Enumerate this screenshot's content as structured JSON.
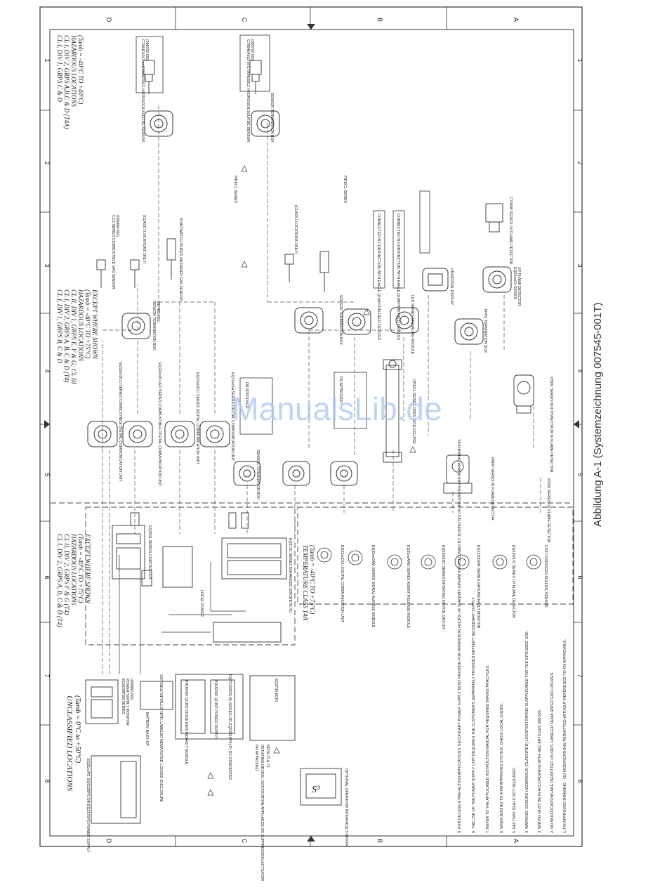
{
  "caption": "Abbildung A-1 (Systemzeichnung 007545-001T)",
  "watermark": "ManualsLib.de",
  "border": {
    "zone_letters": [
      "D",
      "C",
      "B",
      "A"
    ],
    "zone_numbers": [
      "1",
      "2",
      "3",
      "4",
      "5",
      "6",
      "7",
      "8"
    ]
  },
  "areas": {
    "unclassified_title": "UNCLASSIFIED LOCATIONS",
    "unclassified_temp": "(Tamb = 0°C to +50°C)",
    "hazard_top_1": "CL I, DIV 1, GRPS C & D",
    "hazard_top_2": "CL I, DIV 2, GRPS A,B,C & D (T4A)",
    "hazard_top_3": "HAZARDOUS LOCATIONS",
    "hazard_top_4": "(Tamb = -40°C TO +40°C)",
    "hazard_mid_1": "CL I, DIV 1, GRPS B, C & D",
    "hazard_mid_2": "CL I, DIV 2, GRPS A, B, C & D (T4)",
    "hazard_mid_3": "CL II, DIV 1, GRPS E, F & G; CL III",
    "hazard_mid_4": "HAZARDOUS LOCATIONS",
    "hazard_mid_5": "(Tamb = -40°C TO +75°C)",
    "hazard_mid_6": "EXCEPT WHERE SHOWN",
    "hazard_ctrl_1": "CL I, DIV 2, GRPS A, B, C & D (T4)",
    "hazard_ctrl_2": "CL II, DIV 2, GRPS F & G (T4)",
    "hazard_ctrl_3": "HAZARDOUS LOCATIONS",
    "hazard_ctrl_4": "(Tamb = -40°C TO +75°C)",
    "hazard_ctrl_5": "EXCEPT WHERE SHOWN",
    "temp_class_1": "TEMPERATURE CLASS T4A",
    "temp_class_2": "(Tamb = -40°C TO +75°C)"
  },
  "components": {
    "psu": "EQ2100PSM SERIES",
    "psu_sub": "POWER SUPPLY MONITOR",
    "psu_pn": "(006882-001)",
    "battery": "BATTERY BACK-UP",
    "enclosure": "SUITABLE METALLIC NRTL LABELED NEMA RATED LOCKED ENCLOSURE",
    "diode": "PHOENIX QUINT DIODE REDUNDANCY MODULE",
    "psu2": "PHOENIX QUINT POWER SUPPLY",
    "eqp": "EQP2120PS(-B) SERIES OR EQP2410PS(-P) DC CONVERTER",
    "eq_power": "EQ21xxPS, EQ2130PS OR EQ2175PS POWER SUPPLY",
    "fm_approved": "FM APPROVED",
    "initiating": "INITIATING DEVICE, NOTIFICATION APPLIANCE OR SUPPRESSION ACTUATOR",
    "nfpa": "NFPA 72 & 72",
    "eq3700": "EQ3730 EDIO",
    "controller": "EQ3001 SERIES CONTROLLER",
    "local_power": "LOCAL POWER",
    "eq3730": "EQ3730 SERIES ENHANCED DISCRETE I/O",
    "operator": "OPTIONAL OPERATOR INTERFACE STATION",
    "dcu1": "EQ22xxDCU SERIES COMBUSTIBLE DIGITAL COMMUNICATION UNIT",
    "dcu2": "EQ22xxDCUEX SERIES COMBUSTIBLE DIGITAL COMMUNICATION UNIT",
    "dcu3": "EQ22xxDCU SERIES DIGITAL COMMUNICATION UNIT",
    "dcu4": "EQ21xxSA SERIES DIGITAL COMMUNICATION UNIT",
    "sensor_box": "SENSOR TERMINATION BOX",
    "sensor_box_pn": "(007425-001)",
    "ccs": "CCS SERIES COMBUSTIBLE GAS SENSOR",
    "ccs_pn": "(006888-001)",
    "h2s": "C7064E4012 or C7064E5012 HYDROGEN SULFIDE SENSOR",
    "h2s_pn": "(008792-001)",
    "pointwatch": "POINTWATCH SERIES INFRARED GAS SENSOR",
    "pointwatch2": "PIRECL SERIES",
    "class1": "(CLASS I LOCATIONS ONLY)",
    "fm_approved_2": "FM APPROVED",
    "eq22_unit": "EQ22xxUV SERIES",
    "flame_uv": "UV FLAME DETECTOR",
    "uv_ir": "X3301 SERIES MULTISPECTRUM IR FLAME DETECTOR",
    "x2200": "X2200 SERIES UV FLAME DETECTOR",
    "x9800": "X9800 SERIES IR FLAME DETECTOR",
    "c7050": "C7050B SERIES UV FLAME DETECTOR",
    "opecl": "OPECL SERIES OPEN PATH ECLIPSE",
    "eq2500": "EQ25xxARM SERIES AGENT RELEASE MODULE",
    "eq2220": "EQ2220GFM SERIES GROUND FAULT MONITOR",
    "eq2500sam": "EQ25xxSAM SERIES SIGNAL AUDIBLE MODULE",
    "eq2200": "EQ2200IDC SERIES INITIATING DEVICE CIRCUIT",
    "eq2200ufm": "EQ2200UV SERIES UV FLAME DETECTOR",
    "eq2200dcu": "EQ22xxDCU DIGITAL COMMUNICATION UNIT",
    "sensor_h2": "CO2 HYDROGEN SULFIDE SENSOR",
    "eagle": "CONNECTED IN CONJUNCTION WITH EAGLE QUANTUM FIELD DEVICES",
    "universal": "UNIVERSAL DISPLAY",
    "ffps": "FFPS TERMINATION BOX",
    "sensor_uv": "SENSOR TERMINATION BOX",
    "ldu": "LDU SERIES SIGNALING MODULE"
  },
  "notes": [
    "9. FOR DELUGE & PRE-ACTION APPLICATIONS, SECONDARY POWER SUPPLY MUST PROVIDE FOR MINIMUM 90 HOURS OF STANDBY OPERATION FOLLOWED BY 10 MINUTES OF RELEASING AND ALARM OPERATION.",
    "8. THE USE OF THE POWER SUPPLY UNIT REQUIRES THE CUSTOMER'S SEPARATELY PROVIDED BATTERY SECONDARY SUPPLY.",
    "7. REFER TO THE APPLICABLE INSTRUCTION MANUAL FOR REQUIRED WIRING PRACTICES.",
    "6. WHEN ADDING TO A FM APPROVED SYSTEM, CHECK LOCAL CODES.",
    "5. FACTORY SEALS NOT REQUIRED.",
    "4. WARNING: ENSURE HAZARDOUS (CLASSIFIED) LOCATION RATING IS APPLICABLE FOR THE INTENDED USE.",
    "3. WIRING MUST BE IN ACCORDANCE WITH NEC ARTICLES 500-505.",
    "2. NO MODIFICATIONS ARE PERMITTED ON NRTL LABELED NEMA RATED ENCLOSURES.",
    "1. FM APPROVED DRAWING - NO MODIFICATIONS PERMITTED WITHOUT REFERENCE TO FM APPROVALS."
  ],
  "colors": {
    "line": "#333333",
    "watermark": "#a9c7ec",
    "paper": "#ffffff"
  }
}
